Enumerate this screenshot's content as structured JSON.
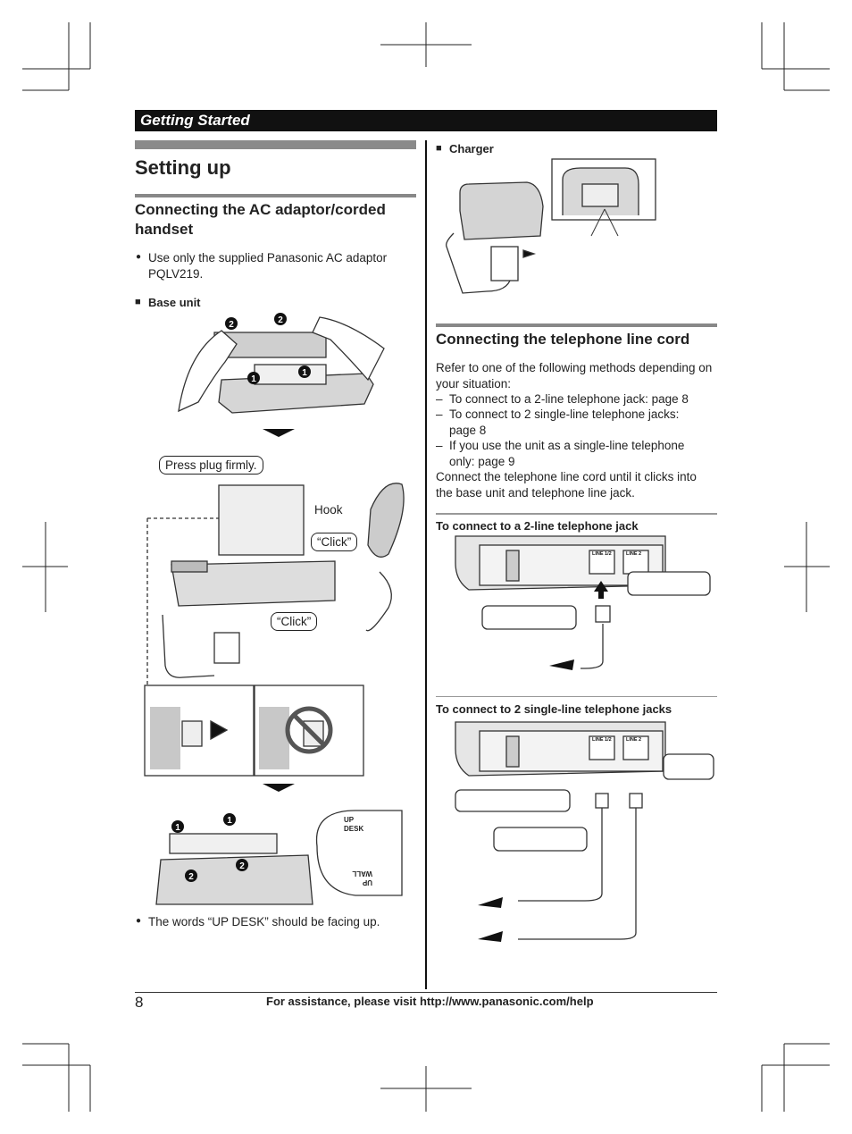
{
  "header": {
    "section": "Getting Started"
  },
  "left": {
    "title": "Setting up",
    "section_title": "Connecting the AC adaptor/corded handset",
    "note1": "Use only the supplied Panasonic AC adaptor PQLV219.",
    "base_unit_label": "Base unit",
    "callout_press": "Press plug firmly.",
    "label_hook": "Hook",
    "label_click1": "“Click”",
    "label_click2": "“Click”",
    "badge1": "1",
    "badge2": "2",
    "up_desk": "UP DESK",
    "up_wall": "UP WALL",
    "note2": "The words “UP DESK” should be facing up."
  },
  "right": {
    "charger_label": "Charger",
    "section_title": "Connecting the telephone line cord",
    "intro": "Refer to one of the following methods depending on your situation:",
    "items": [
      "To connect to a 2-line telephone jack: page 8",
      "To connect to 2 single-line telephone jacks: page 8",
      "If you use the unit as a single-line telephone only: page 9"
    ],
    "outro": "Connect the telephone line cord until it clicks into the base unit and telephone line jack.",
    "sub1": "To connect to a 2-line telephone jack",
    "sub2": "To connect to 2 single-line telephone jacks",
    "jack_line12": "LINE 1/2",
    "jack_line2": "LINE 2"
  },
  "footer": {
    "page": "8",
    "text": "For assistance, please visit http://www.panasonic.com/help"
  }
}
